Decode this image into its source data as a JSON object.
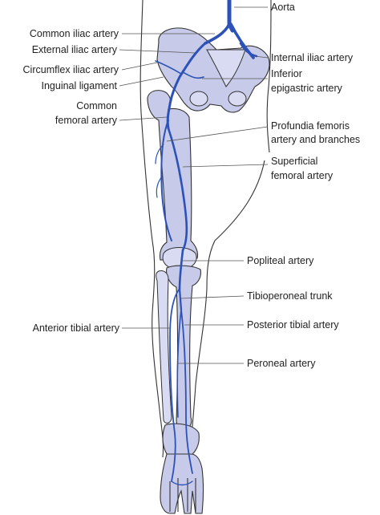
{
  "colors": {
    "artery": "#2c52b8",
    "bone_fill": "#c7cae9",
    "outline": "#333333",
    "label_text": "#222222",
    "background": "#ffffff"
  },
  "labels": {
    "aorta": "Aorta",
    "common_iliac": "Common iliac artery",
    "external_iliac": "External iliac artery",
    "circumflex_iliac": "Circumflex iliac artery",
    "inguinal_ligament": "Inguinal ligament",
    "common_femoral_1": "Common",
    "common_femoral_2": "femoral artery",
    "internal_iliac": "Internal iliac artery",
    "inferior_epigastric_1": "Inferior",
    "inferior_epigastric_2": "epigastric artery",
    "profunda_1": "Profundia femoris",
    "profunda_2": "artery and branches",
    "superficial_femoral_1": "Superficial",
    "superficial_femoral_2": "femoral artery",
    "popliteal": "Popliteal artery",
    "tibioperoneal": "Tibioperoneal trunk",
    "anterior_tibial": "Anterior tibial artery",
    "posterior_tibial": "Posterior tibial artery",
    "peroneal": "Peroneal artery"
  }
}
